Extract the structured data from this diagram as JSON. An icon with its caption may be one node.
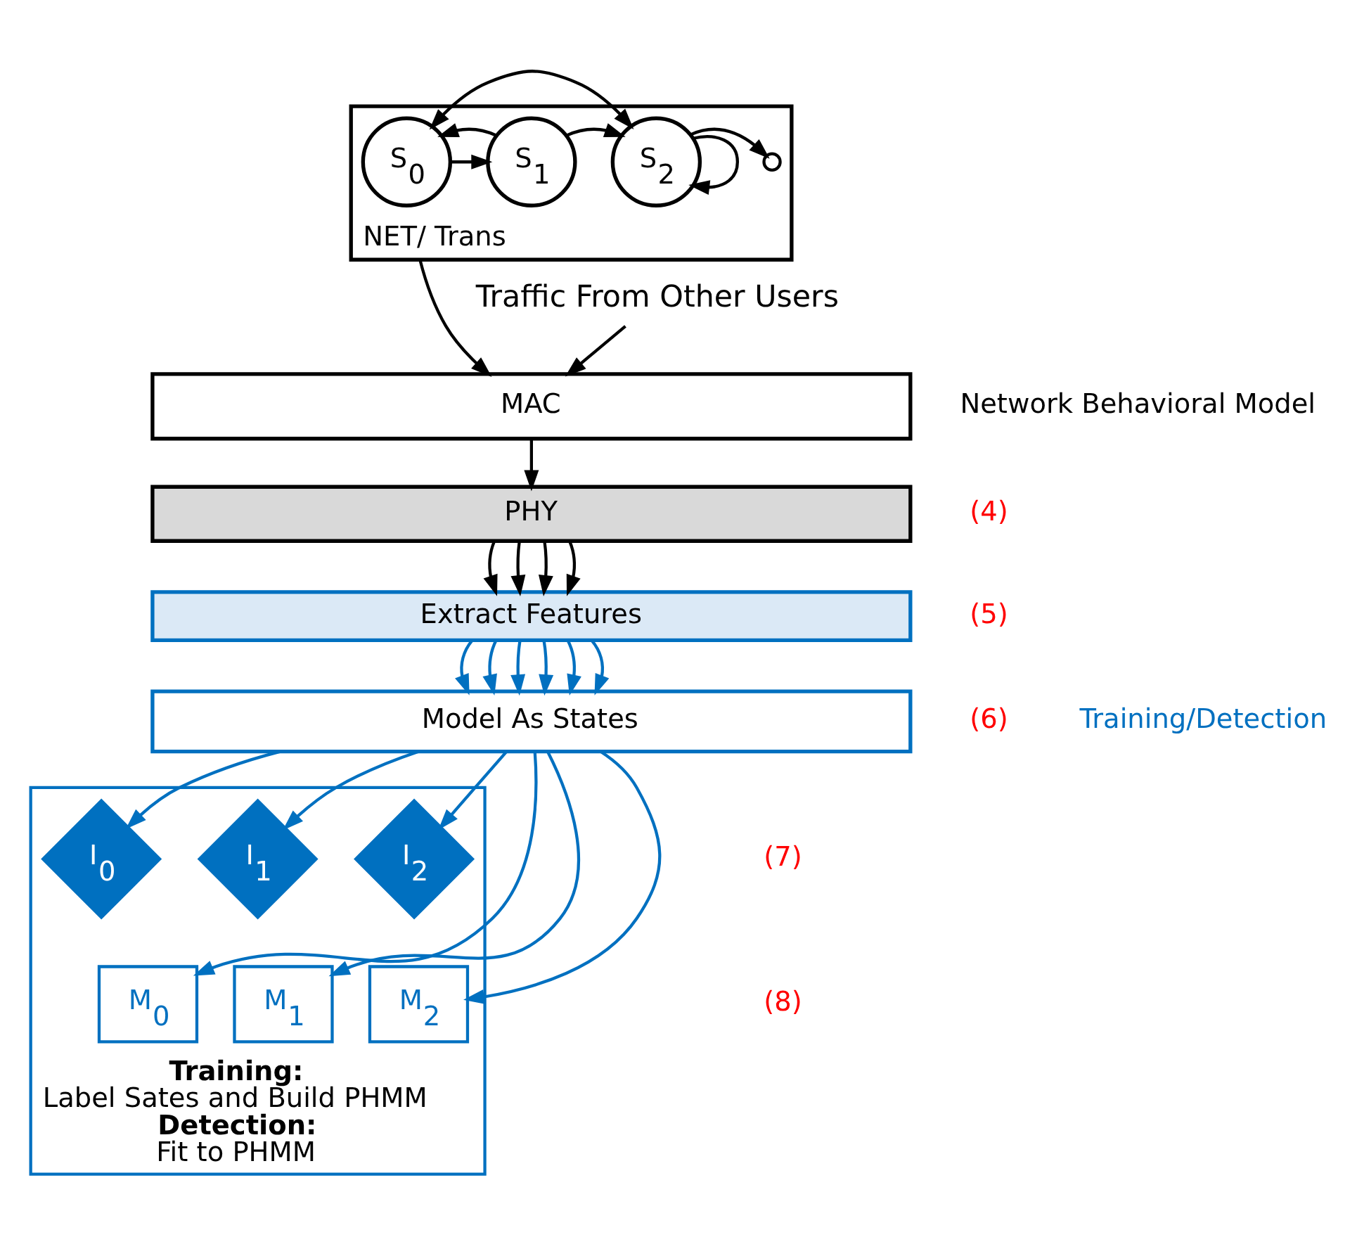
{
  "diagram": {
    "nodes": [
      {
        "text": [
          "NET/ Trans"
        ]
      },
      {
        "text": [
          "S$_{0}$"
        ],
        "in": 0
      },
      {
        "text": [
          "S$_{1}$"
        ],
        "in": 0
      },
      {
        "text": [
          "S$_{2}$"
        ],
        "in": 0
      },
      {
        "text": [],
        "shape": "dots",
        "in": 0
      },
      {
        "text": [
          "Traffic From Other Users"
        ]
      },
      {
        "text": [
          "MAC"
        ]
      },
      {
        "text": [
          "PHY"
        ]
      },
      {
        "text": [
          "Extract Features"
        ]
      },
      {
        "text": [
          "Model As States"
        ]
      },
      {
        "text": [
          "Training:",
          "Label Sates and Build PHMM",
          "Detection:",
          "Fit to PHMM"
        ]
      },
      {
        "text": [
          "I$_{0}$"
        ],
        "in": 10
      },
      {
        "text": [
          "I$_{1}$"
        ],
        "in": 10
      },
      {
        "text": [
          "I$_{2}$"
        ],
        "in": 10
      },
      {
        "text": [
          "M$_{0}$"
        ],
        "in": 10
      },
      {
        "text": [
          "M$_{1}$"
        ],
        "in": 10
      },
      {
        "text": [
          "M$_{2}$"
        ],
        "in": 10
      }
    ],
    "edges": [
      {
        "from": 1,
        "to": 2,
        "arrow": "to"
      },
      {
        "from": 2,
        "to": 3,
        "arrow": "to"
      },
      {
        "from": 3,
        "to": 4,
        "arrow": "to"
      },
      {
        "from": 2,
        "to": 1,
        "arrow": "to"
      },
      {
        "from": 3,
        "to": 1,
        "arrow": "both"
      },
      {
        "from": 3,
        "to": 3,
        "arrow": "to"
      },
      {
        "from": 0,
        "to": 6,
        "arrow": "to"
      },
      {
        "from": 5,
        "to": 6,
        "arrow": "to"
      },
      {
        "from": 6,
        "to": 7,
        "arrow": "to"
      },
      {
        "from": 7,
        "to": 8,
        "arrow": "to"
      },
      {
        "from": 7,
        "to": 8,
        "arrow": "to"
      },
      {
        "from": 7,
        "to": 8,
        "arrow": "to"
      },
      {
        "from": 7,
        "to": 8,
        "arrow": "to"
      },
      {
        "from": 8,
        "to": 9,
        "arrow": "to",
        "color": "#0070c0"
      },
      {
        "from": 8,
        "to": 9,
        "arrow": "to",
        "color": "#0070c0"
      },
      {
        "from": 8,
        "to": 9,
        "arrow": "to",
        "color": "#0070c0"
      },
      {
        "from": 8,
        "to": 9,
        "arrow": "to",
        "color": "#0070c0"
      },
      {
        "from": 8,
        "to": 9,
        "arrow": "to",
        "color": "#0070c0"
      },
      {
        "from": 8,
        "to": 9,
        "arrow": "to",
        "color": "#0070c0"
      },
      {
        "from": 9,
        "to": 11,
        "arrow": "to",
        "color": "#0070c0"
      },
      {
        "from": 9,
        "to": 14,
        "arrow": "to",
        "color": "#0070c0"
      },
      {
        "from": 9,
        "to": 15,
        "arrow": "to",
        "color": "#0070c0"
      },
      {
        "from": 9,
        "to": 12,
        "arrow": "to",
        "color": "#0070c0"
      },
      {
        "from": 9,
        "to": 13,
        "arrow": "to",
        "color": "#0070c0"
      },
      {
        "from": 9,
        "to": 16,
        "arrow": "to",
        "color": "#0070c0"
      }
    ],
    "labels": [
      "Network Behavioral Model",
      "(4)",
      "(5)",
      "(6)",
      "Training/Detection",
      "(7)",
      "(8)"
    ]
  }
}
